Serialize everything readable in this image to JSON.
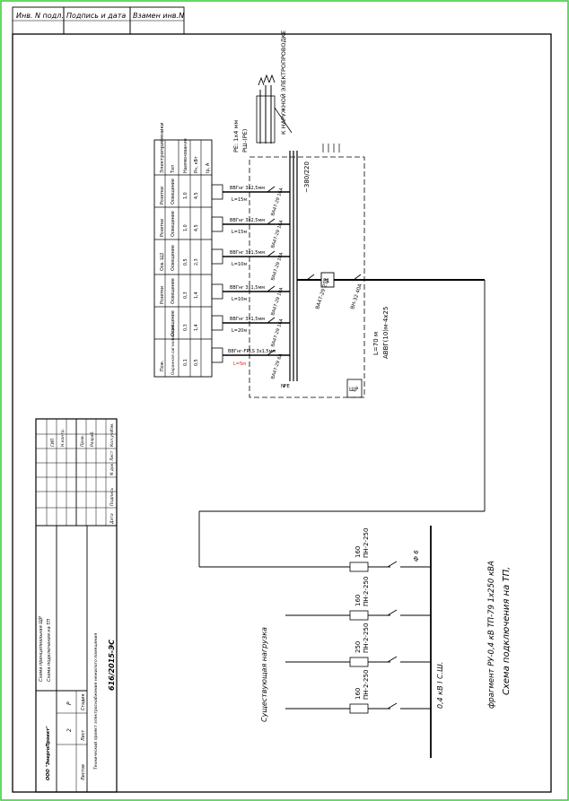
{
  "stamp": {
    "cell_1": "Инв. N подл.",
    "cell_2": "Подпись и дата",
    "cell_3": "Взамен инв.N"
  },
  "diagram": {
    "upper_title": "К НАРУЖНОЙ ЭЛЕКТРОПРОВОДКЕ",
    "upper_note_1": "РШ-(РЕ)",
    "upper_note_2": "PE: 1х4 мм",
    "bus_label": "~380/220",
    "lines": [
      {
        "cable": "ВВГнг 3х2,5мм",
        "breaker": "ВА47-29 16А",
        "length": "L=15м"
      },
      {
        "cable": "ВВГнг 3х2,5мм",
        "breaker": "ВА47-29 16А",
        "length": "L=15м"
      },
      {
        "cable": "ВВГнг 3х1,5мм",
        "breaker": "ВА47-29 10А",
        "length": "L=10м"
      },
      {
        "cable": "ВВГнг 3х1,5мм",
        "breaker": "ВА47-29 10А",
        "length": "L=10м"
      },
      {
        "cable": "ВВГнг 3х1,5мм",
        "breaker": "ВА47-29 16А",
        "length": "L=20м"
      },
      {
        "cable": "ВВГнг-FRLS 3х1,5мм",
        "breaker": "ВА47-29 6А",
        "length": "L=5м"
      }
    ],
    "meter_label": "Р1",
    "main_breaker": "ВА47-29 25А",
    "switch_label": "ВН-32 40А",
    "feeder_cable": "АВВГ(10)м-4х25",
    "feeder_length": "L=70 м",
    "shchr_label": "ЩР",
    "lower_breakers": [
      {
        "name": "ПН-2-250",
        "value": "160"
      },
      {
        "name": "ПН-2-250",
        "value": "160"
      },
      {
        "name": "ПН-2-250",
        "value": "250"
      },
      {
        "name": "ПН-2-250",
        "value": "160"
      }
    ],
    "phase_label": "Ф 6",
    "bus_tp": "0,4 кВ   I С.Ш.",
    "title_main": "Схема подключения на ТП,",
    "title_sub": "фрагмент РУ-0,4 кВ ТП-79 1х250 кВА",
    "existing_load": "Существующая нагрузка"
  },
  "table": {
    "header": "Электроприёмники",
    "rows": [
      "Тип",
      "Наименование",
      "Рн, кВт",
      "Iр, А"
    ],
    "columns": [
      [
        "Розетки",
        "Освещение",
        "1,0",
        "4,5"
      ],
      [
        "Розетки",
        "Освещение",
        "1,0",
        "4,5"
      ],
      [
        "Осв. Щ2",
        "Освещение",
        "0,5",
        "2,3"
      ],
      [
        "Розетки",
        "Освещение",
        "0,3",
        "1,4"
      ],
      [
        "",
        "Освещение",
        "0,3",
        "1,4"
      ],
      [
        "Пож.",
        "Охранная сигнализация",
        "0,1",
        "0,5"
      ]
    ]
  },
  "title_block": {
    "doc_number": "616/2015-ЭС",
    "object_text": "Технический проект электроснабжения нежилого помещения",
    "stage_label": "Стадия",
    "sheet_label": "Лист",
    "sheets_label": "Листов",
    "stage": "Р",
    "sheet": "2",
    "drawing_1": "Схема подключения на ТП",
    "drawing_2": "Схема принципиальная ЩР",
    "org": "ООО \"ЭнергоПроект\"",
    "roles": [
      "Разраб.",
      "Пров.",
      "Н.контр.",
      "ГИП"
    ],
    "header": [
      "Изм.",
      "Кол.уч",
      "Лист",
      "N док.",
      "Подпись",
      "Дата"
    ]
  },
  "colors": {
    "frame": "#000000",
    "border": "#33cc33",
    "accent_red": "#d62020"
  }
}
